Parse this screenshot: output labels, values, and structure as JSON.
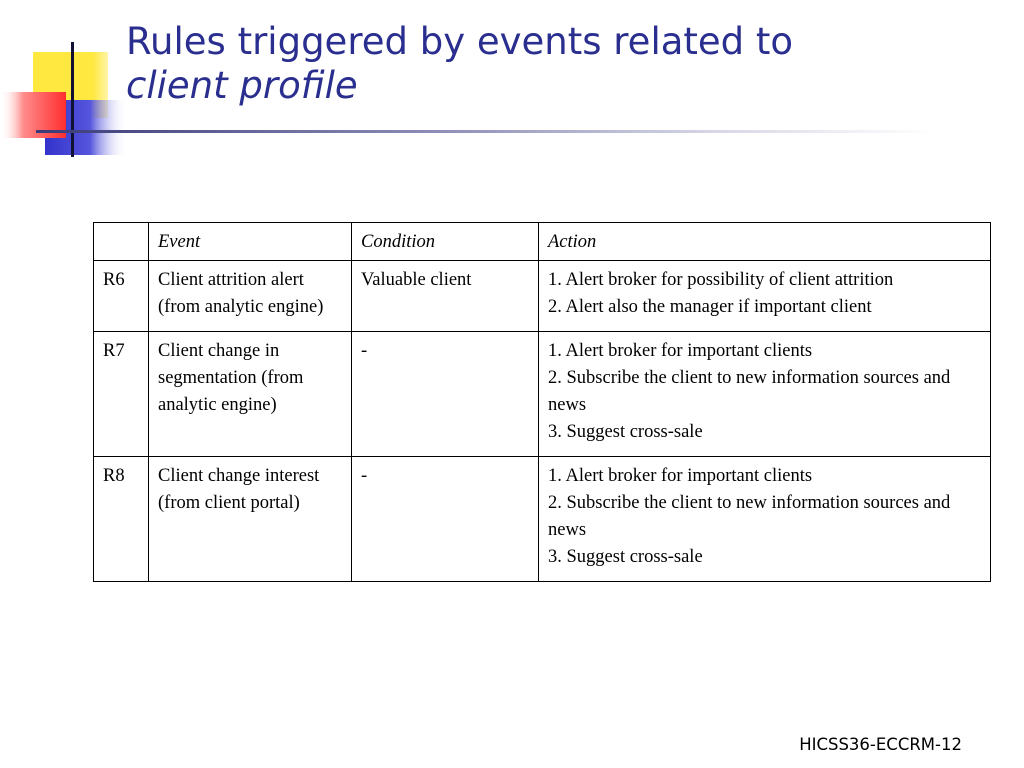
{
  "slide": {
    "title_line1": "Rules triggered by events related to",
    "title_line2": "client profile",
    "footer": "HICSS36-ECCRM-12"
  },
  "table": {
    "headers": [
      "",
      "Event",
      "Condition",
      "Action"
    ],
    "rows": [
      {
        "id": "R6",
        "event": "Client attrition alert (from analytic engine)",
        "condition": "Valuable client",
        "action": "1. Alert broker for possibility of client attrition\n2. Alert also the manager if important client"
      },
      {
        "id": "R7",
        "event": "Client change in segmentation (from analytic engine)",
        "condition": "-",
        "action": "1. Alert broker for important clients\n2. Subscribe the client to new information sources and news\n3. Suggest cross-sale"
      },
      {
        "id": "R8",
        "event": "Client change interest\n(from client portal)",
        "condition": "-",
        "action": "1. Alert broker for important clients\n2. Subscribe the client to new information sources and news\n3. Suggest cross-sale"
      }
    ]
  },
  "colors": {
    "title": "#2a2f8f",
    "decor_yellow": "#ffe840",
    "decor_blue": "#3333cc",
    "decor_red": "#ff3b3b"
  }
}
